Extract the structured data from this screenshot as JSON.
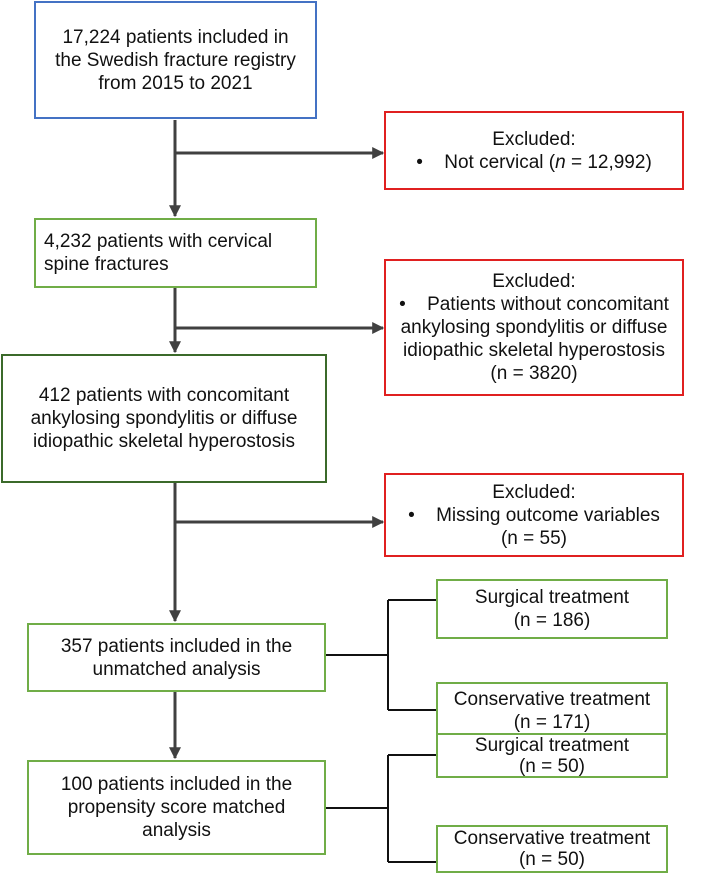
{
  "registry": {
    "lines": [
      "17,224 patients included in",
      "the Swedish fracture registry",
      "from 2015 to 2021"
    ]
  },
  "excl1": {
    "title": "Excluded:",
    "bullet": "•",
    "pre": "Not cervical (",
    "n_var": "n",
    "post": " = 12,992)"
  },
  "cervical": {
    "lines": [
      "4,232 patients with cervical",
      "spine fractures"
    ]
  },
  "excl2": {
    "title": "Excluded:",
    "bullet": "•",
    "lines": [
      "Patients without concomitant",
      "ankylosing spondylitis or diffuse",
      "idiopathic skeletal hyperostosis"
    ],
    "count": "(n = 3820)"
  },
  "concomitant": {
    "lines": [
      "412 patients with concomitant",
      "ankylosing spondylitis or diffuse",
      "idiopathic skeletal hyperostosis"
    ]
  },
  "excl3": {
    "title": "Excluded:",
    "bullet": "•",
    "text": "Missing outcome variables",
    "count": "(n = 55)"
  },
  "unmatched": {
    "lines": [
      "357 patients included in the",
      "unmatched analysis"
    ]
  },
  "surg1": {
    "label": "Surgical treatment",
    "count": "(n = 186)"
  },
  "cons1": {
    "label": "Conservative treatment",
    "count": "(n = 171)"
  },
  "matched": {
    "lines": [
      "100 patients included in the",
      "propensity score matched",
      "analysis"
    ]
  },
  "surg2": {
    "label": "Surgical treatment",
    "count": "(n = 50)"
  },
  "cons2": {
    "label": "Conservative treatment",
    "count": "(n = 50)"
  },
  "colors": {
    "blue": "#4472c4",
    "green": "#70ad47",
    "dark_green": "#3b6a2a",
    "red": "#e02020",
    "arrow": "#404040"
  }
}
